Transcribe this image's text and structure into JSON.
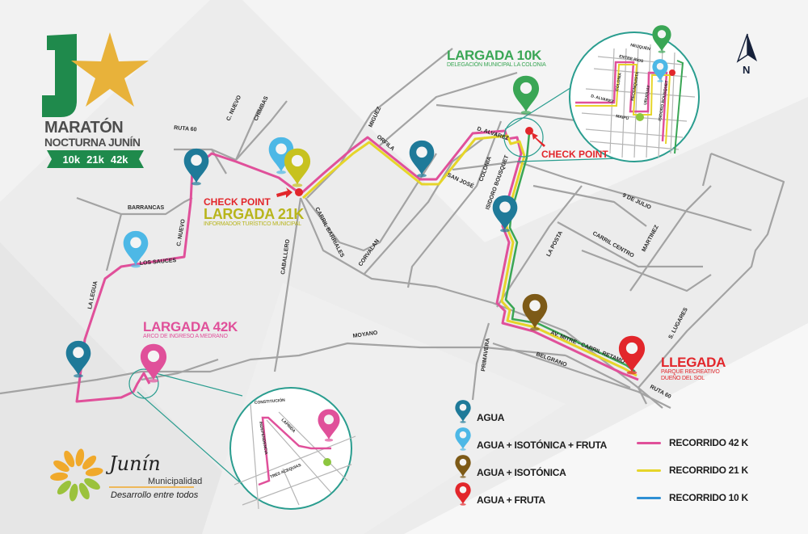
{
  "event": {
    "title_line1": "MARATÓN",
    "title_line2": "NOCTURNA JUNÍN",
    "distances": [
      "10k",
      "21k",
      "42k"
    ]
  },
  "starts": {
    "start_10k": {
      "title": "LARGADA 10K",
      "subtitle": "DELEGACIÓN MUNICIPAL LA COLONIA",
      "color": "#3aa655"
    },
    "start_21k": {
      "checkpoint": "CHECK POINT",
      "title": "LARGADA 21K",
      "subtitle": "INFORMADOR TURÍSTICO MUNICIPAL",
      "color": "#b8b51c"
    },
    "start_42k": {
      "title": "LARGADA 42K",
      "subtitle": "ARCO DE INGRESO A MEDRANO",
      "color": "#e0509a"
    },
    "finish": {
      "title": "LLEGADA",
      "subtitle_line1": "PARQUE RECREATIVO",
      "subtitle_line2": "DUEÑO DEL SOL",
      "color": "#e2262b"
    },
    "checkpoint_east": {
      "label": "CHECK POINT",
      "color": "#e2262b"
    }
  },
  "streets": {
    "ruta60_w": "RUTA 60",
    "c_nuevo_n": "C. NUEVO",
    "chimbas": "CHIMBAS",
    "barrancas": "BARRANCAS",
    "c_nuevo_s": "C. NUEVO",
    "los_sauces": "LOS SAUCES",
    "la_legua": "LA LEGUA",
    "caballero": "CABALLERO",
    "carril_barriales": "CARRIL BARRIALES",
    "miguez": "MIGUEZ",
    "orfila": "ORFILA",
    "corvalan": "CORVALAN",
    "san_jose": "SAN JOSÉ",
    "colonia": "COLONIA",
    "d_alvarez": "D. ALVAREZ",
    "isidoro_bousquet": "ISIDORO BOUSQUET",
    "nueve_de_julio": "9 DE JULIO",
    "la_posta": "LA POSTA",
    "carril_centro": "CARRIL CENTRO",
    "martinez": "MARTINEZ",
    "moyano": "MOYANO",
    "primavera": "PRIMAVERA",
    "belgrano": "BELGRANO",
    "av_mitre": "AV. MITRE - CARRIL RETAMO",
    "s_lugares": "S. LUGARES",
    "ruta60_e": "RUTA 60"
  },
  "inset_10k": {
    "streets": [
      "NEUQUÉN",
      "ENTRE RÍOS",
      "COLONIA",
      "RECONQUISTA",
      "URUGUAY",
      "ISIDORO BOUSQUET",
      "D. ALVAREZ",
      "MAIPÚ"
    ]
  },
  "inset_42k": {
    "streets": [
      "CONSTITUCIÓN",
      "INDEPENDENCIA",
      "LAPRIDA",
      "TRES ACEQUIAS"
    ]
  },
  "legend": {
    "stations": [
      {
        "label": "AGUA",
        "color": "#1f7a99"
      },
      {
        "label": "AGUA + ISOTÓNICA + FRUTA",
        "color": "#4db8e6"
      },
      {
        "label": "AGUA + ISOTÓNICA",
        "color": "#7d5a17"
      },
      {
        "label": "AGUA + FRUTA",
        "color": "#e2262b"
      }
    ],
    "routes": [
      {
        "label": "RECORRIDO 42 K",
        "color": "#e0509a"
      },
      {
        "label": "RECORRIDO 21 K",
        "color": "#e6d52a"
      },
      {
        "label": "RECORRIDO 10 K",
        "color": "#2e8fd4"
      }
    ]
  },
  "municipality": {
    "name": "Junín",
    "subtitle": "Municipalidad",
    "tagline": "Desarrollo entre todos"
  },
  "compass": {
    "label": "N"
  }
}
